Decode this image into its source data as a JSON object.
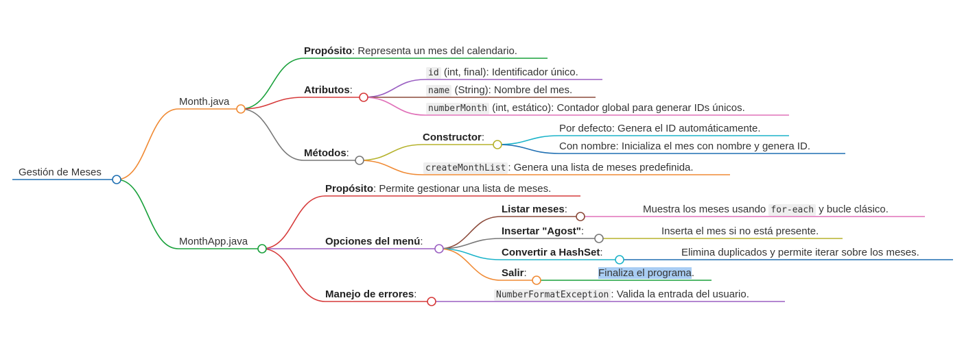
{
  "root": "Gestión de Meses",
  "month_java": {
    "title": "Month.java",
    "proposito": {
      "label": "Propósito",
      "text": ": Representa un mes del calendario."
    },
    "atributos": {
      "label": "Atributos",
      "sep": ":",
      "items": [
        {
          "code": "id",
          "text": " (int, final): Identificador único."
        },
        {
          "code": "name",
          "text": " (String): Nombre del mes."
        },
        {
          "code": "numberMonth",
          "text": " (int, estático): Contador global para generar IDs únicos."
        }
      ]
    },
    "metodos": {
      "label": "Métodos",
      "sep": ":",
      "constructor": {
        "label": "Constructor",
        "sep": ":",
        "items": [
          "Por defecto: Genera el ID automáticamente.",
          "Con nombre: Inicializa el mes con nombre y genera ID."
        ]
      },
      "create": {
        "code": "createMonthList",
        "text": ": Genera una lista de meses predefinida."
      }
    }
  },
  "monthapp_java": {
    "title": "MonthApp.java",
    "proposito": {
      "label": "Propósito",
      "text": ": Permite gestionar una lista de meses."
    },
    "opciones": {
      "label": "Opciones del menú",
      "sep": ":",
      "listar": {
        "label": "Listar meses",
        "sep": ":",
        "desc_pre": "Muestra los meses usando ",
        "code": "for-each",
        "desc_post": " y bucle clásico."
      },
      "insertar": {
        "label": "Insertar \"Agost\"",
        "sep": ":",
        "desc": "Inserta el mes si no está presente."
      },
      "convertir": {
        "label": "Convertir a HashSet",
        "sep": ":",
        "desc": "Elimina duplicados y permite iterar sobre los meses."
      },
      "salir": {
        "label": "Salir",
        "sep": ":",
        "desc": "Finaliza el programa",
        "dot": "."
      }
    },
    "errores": {
      "label": "Manejo de errores",
      "sep": ":",
      "code": "NumberFormatException",
      "text": ": Valida la entrada del usuario."
    }
  },
  "colors": {
    "root": "#1f6fb2",
    "month": "#f08a34",
    "monthapp": "#18a03a",
    "proposito1": "#18a03a",
    "atributos": "#d63a3a",
    "attr_id": "#9a5fc2",
    "attr_name": "#8b4a3a",
    "attr_number": "#e070b8",
    "metodos": "#777777",
    "constructor": "#b5b22c",
    "ctor_default": "#1bb3c9",
    "ctor_named": "#1f6fb2",
    "create": "#f08a34",
    "proposito2": "#d63a3a",
    "opciones": "#9a5fc2",
    "listar": "#8b4a3a",
    "listar_desc": "#e070b8",
    "insertar": "#777777",
    "insertar_desc": "#b5b22c",
    "convertir": "#1bb3c9",
    "convertir_desc": "#1f6fb2",
    "salir": "#f08a34",
    "salir_desc": "#18a03a",
    "errores": "#d63a3a",
    "errores_desc": "#9a5fc2"
  }
}
